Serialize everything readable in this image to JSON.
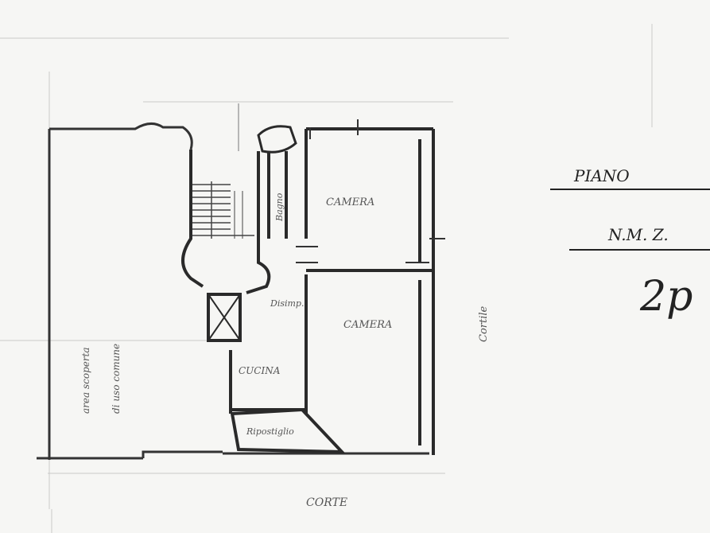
{
  "labels": {
    "plan_title": "PIANO",
    "plan_sub": "N.M. Z.",
    "plan_number": "2p",
    "room_top": "CAMERA",
    "room_middle": "CAMERA",
    "room_cucina": "CUCINA",
    "room_ripost": "Ripostiglio",
    "room_bagno": "Bagno",
    "room_disimp": "Disimp.",
    "bottom_label": "CORTE",
    "side_left_1": "area scoperta",
    "side_left_2": "di uso comune",
    "side_right": "Cortile"
  },
  "colors": {
    "paper": "#f6f6f4",
    "wall": "#2a2a2a",
    "faint": "#9a9a9a"
  }
}
